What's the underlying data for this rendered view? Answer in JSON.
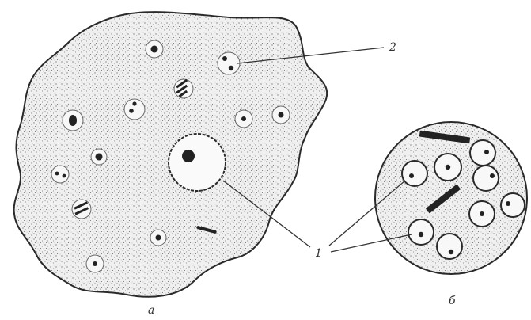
{
  "labels": {
    "callout_1": "1",
    "callout_2": "2",
    "panel_a": "а",
    "panel_b": "б"
  },
  "colors": {
    "outline": "#2a2a2a",
    "cytoplasm": "#efefef",
    "background": "#ffffff"
  }
}
